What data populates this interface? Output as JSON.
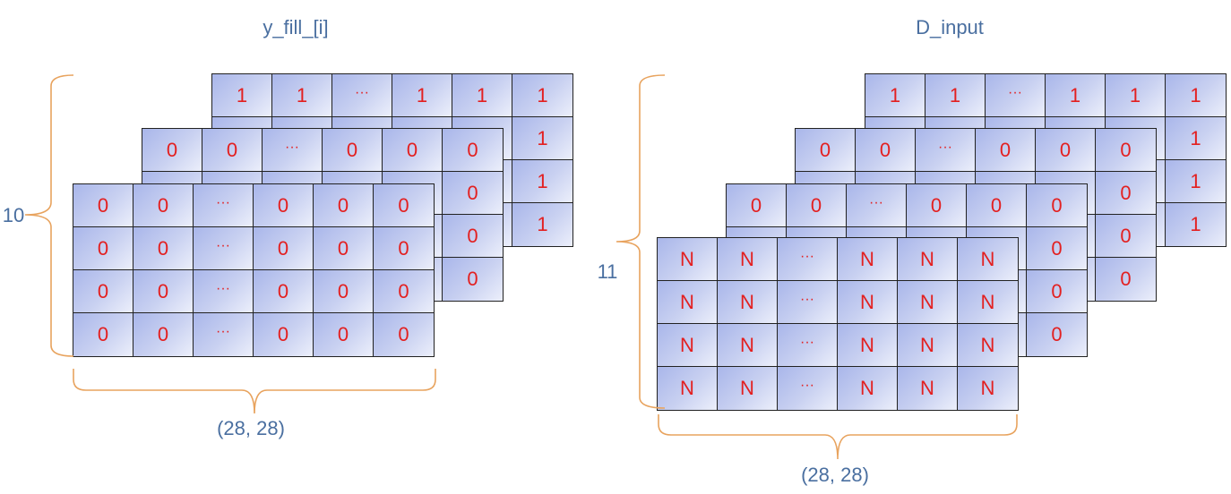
{
  "left": {
    "title": "y_fill_[i]",
    "stack_label": "10",
    "shape_label": "(28, 28)",
    "layers": [
      {
        "name": "layer-back",
        "row": [
          "1",
          "1",
          "···",
          "1",
          "1",
          "1"
        ]
      },
      {
        "name": "layer-middle",
        "row": [
          "0",
          "0",
          "···",
          "0",
          "0",
          "0"
        ]
      },
      {
        "name": "layer-front",
        "row": [
          "0",
          "0",
          "···",
          "0",
          "0",
          "0"
        ]
      }
    ]
  },
  "right": {
    "title": "D_input",
    "stack_label": "11",
    "shape_label": "(28, 28)",
    "layers": [
      {
        "name": "layer-back",
        "row": [
          "1",
          "1",
          "···",
          "1",
          "1",
          "1"
        ]
      },
      {
        "name": "layer-middle",
        "row": [
          "0",
          "0",
          "···",
          "0",
          "0",
          "0"
        ]
      },
      {
        "name": "layer-third",
        "row": [
          "0",
          "0",
          "···",
          "0",
          "0",
          "0"
        ]
      },
      {
        "name": "layer-front",
        "row": [
          "N",
          "N",
          "···",
          "N",
          "N",
          "N"
        ]
      }
    ]
  },
  "colors": {
    "brace": "#e8a35e",
    "label_text": "#4a6fa0",
    "cell_text": "#e32020"
  }
}
